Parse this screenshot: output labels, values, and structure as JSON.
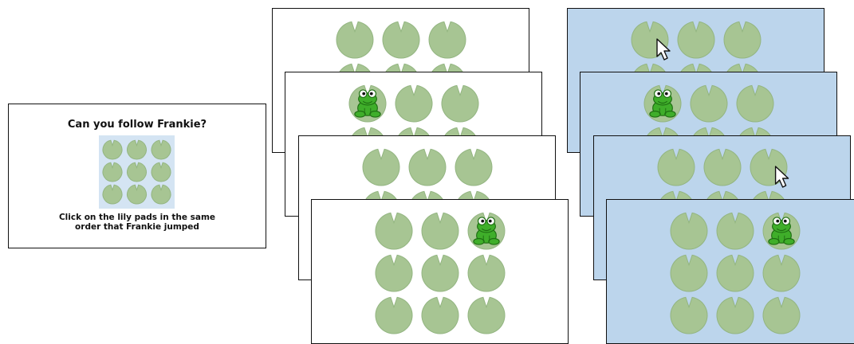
{
  "intro": {
    "title": "Can you follow Frankie?",
    "instruction": "Click on the lily pads in the same order that Frankie jumped"
  },
  "colors": {
    "pad": "#a7c593",
    "pad_edge": "#93b581",
    "frog": "#3fae2a",
    "frog_dark": "#1e6e12",
    "response_bg": "#bcd5ec",
    "intro_thumb_bg": "#d4e4f3"
  },
  "grid": {
    "rows": 3,
    "cols": 3
  },
  "presentation_sequence": [
    {
      "frog_pad": null
    },
    {
      "frog_pad": 0
    },
    {
      "frog_pad": null
    },
    {
      "frog_pad": 2
    }
  ],
  "response_sequence": [
    {
      "frog_pad": null,
      "cursor_pad": 0
    },
    {
      "frog_pad": 0,
      "cursor_pad": null
    },
    {
      "frog_pad": null,
      "cursor_pad": 2
    },
    {
      "frog_pad": 2,
      "cursor_pad": null
    }
  ],
  "icons": {
    "frog": "frog-icon",
    "cursor": "cursor-arrow-icon",
    "pad": "lily-pad-icon"
  }
}
